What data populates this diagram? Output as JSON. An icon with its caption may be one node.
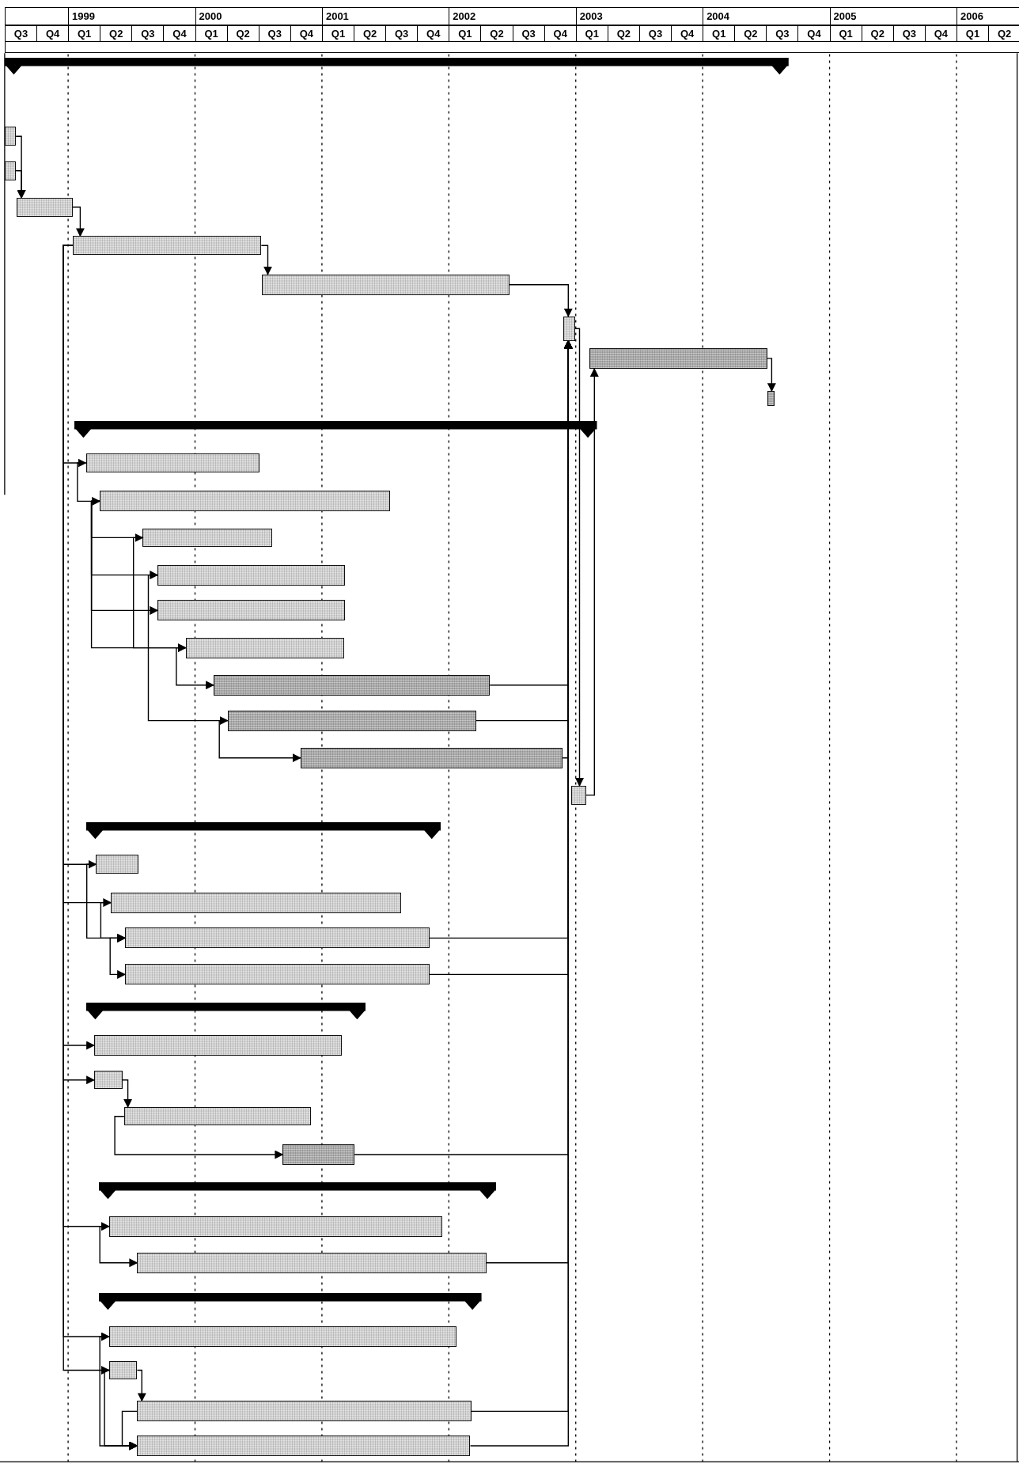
{
  "diagram": {
    "nodes": [
      {
        "text": [],
        "shape": "bar"
      },
      {
        "text": [],
        "shape": "bar"
      },
      {
        "text": [],
        "shape": "bar"
      },
      {
        "text": [],
        "shape": "bar"
      },
      {
        "text": [],
        "shape": "bar"
      },
      {
        "text": [],
        "shape": "bar"
      },
      {
        "text": [],
        "shape": "bar"
      },
      {
        "text": [],
        "shape": "bar"
      },
      {
        "text": [],
        "shape": "bar"
      },
      {
        "text": [],
        "shape": "bar"
      },
      {
        "text": [],
        "shape": "bar"
      },
      {
        "text": [],
        "shape": "bar"
      },
      {
        "text": [],
        "shape": "bar"
      },
      {
        "text": [],
        "shape": "bar"
      },
      {
        "text": [],
        "shape": "bar"
      },
      {
        "text": [],
        "shape": "bar"
      },
      {
        "text": [],
        "shape": "bar"
      },
      {
        "text": [],
        "shape": "bar"
      },
      {
        "text": [],
        "shape": "bar"
      },
      {
        "text": [],
        "shape": "bar"
      },
      {
        "text": [],
        "shape": "bar"
      },
      {
        "text": [],
        "shape": "bar"
      },
      {
        "text": [],
        "shape": "bar"
      },
      {
        "text": [],
        "shape": "bar"
      },
      {
        "text": [],
        "shape": "bar"
      },
      {
        "text": [],
        "shape": "bar"
      },
      {
        "text": [],
        "shape": "bar"
      },
      {
        "text": [],
        "shape": "bar"
      },
      {
        "text": [],
        "shape": "bar"
      },
      {
        "text": [],
        "shape": "bar"
      },
      {
        "text": [],
        "shape": "bar"
      },
      {
        "text": [],
        "shape": "bar"
      },
      {
        "text": [],
        "shape": "bar"
      },
      {
        "text": [],
        "shape": "bar"
      },
      {
        "text": [],
        "shape": "bar"
      },
      {
        "text": [],
        "shape": "bar"
      },
      {
        "text": [],
        "shape": "bar"
      },
      {
        "text": [],
        "shape": "bar"
      }
    ],
    "edges": [
      {
        "from": 1,
        "to": 3,
        "arrow": "to"
      },
      {
        "from": 2,
        "to": 3,
        "arrow": "to"
      },
      {
        "from": 3,
        "to": 4,
        "arrow": "to"
      },
      {
        "from": 4,
        "to": 5,
        "arrow": "to"
      },
      {
        "from": 5,
        "to": 6,
        "arrow": "to"
      },
      {
        "from": 4,
        "to": 10,
        "arrow": "to"
      },
      {
        "from": 10,
        "to": 11,
        "arrow": "to"
      },
      {
        "from": 11,
        "to": 12,
        "arrow": "to"
      },
      {
        "from": 11,
        "to": 13,
        "arrow": "to"
      },
      {
        "from": 11,
        "to": 14,
        "arrow": "to"
      },
      {
        "from": 11,
        "to": 15,
        "arrow": "to"
      },
      {
        "from": 12,
        "to": 15,
        "arrow": "to"
      },
      {
        "from": 13,
        "to": 17,
        "arrow": "to"
      },
      {
        "from": 15,
        "to": 16,
        "arrow": "to"
      },
      {
        "from": 17,
        "to": 18,
        "arrow": "to"
      },
      {
        "from": 16,
        "to": 6,
        "arrow": "to"
      },
      {
        "from": 17,
        "to": 6,
        "arrow": "to"
      },
      {
        "from": 18,
        "to": 6,
        "arrow": "to"
      },
      {
        "from": 6,
        "to": 19,
        "arrow": "to"
      },
      {
        "from": 19,
        "to": 7,
        "arrow": "to"
      },
      {
        "from": 7,
        "to": 8,
        "arrow": "to"
      },
      {
        "from": 4,
        "to": 21,
        "arrow": "to"
      },
      {
        "from": 4,
        "to": 22,
        "arrow": "to"
      },
      {
        "from": 21,
        "to": 23,
        "arrow": "to"
      },
      {
        "from": 22,
        "to": 23,
        "arrow": "to"
      },
      {
        "from": 23,
        "to": 24,
        "arrow": "to"
      },
      {
        "from": 23,
        "to": 6,
        "arrow": "to"
      },
      {
        "from": 24,
        "to": 6,
        "arrow": "to"
      },
      {
        "from": 4,
        "to": 26,
        "arrow": "to"
      },
      {
        "from": 4,
        "to": 27,
        "arrow": "to"
      },
      {
        "from": 27,
        "to": 28,
        "arrow": "to"
      },
      {
        "from": 28,
        "to": 29,
        "arrow": "to"
      },
      {
        "from": 29,
        "to": 6,
        "arrow": "to"
      },
      {
        "from": 4,
        "to": 31,
        "arrow": "to"
      },
      {
        "from": 31,
        "to": 32,
        "arrow": "to"
      },
      {
        "from": 32,
        "to": 6,
        "arrow": "to"
      },
      {
        "from": 4,
        "to": 34,
        "arrow": "to"
      },
      {
        "from": 4,
        "to": 35,
        "arrow": "to"
      },
      {
        "from": 34,
        "to": 37,
        "arrow": "to"
      },
      {
        "from": 35,
        "to": 36,
        "arrow": "to"
      },
      {
        "from": 35,
        "to": 37,
        "arrow": "to"
      },
      {
        "from": 36,
        "to": 37,
        "arrow": "to"
      },
      {
        "from": 36,
        "to": 6,
        "arrow": "to"
      },
      {
        "from": 37,
        "to": 6,
        "arrow": "to"
      }
    ],
    "labels": [
      "1999",
      "2000",
      "2001",
      "2002",
      "2003",
      "2004",
      "2005",
      "2006",
      "Q3",
      "Q4",
      "Q1",
      "Q2",
      "Q3",
      "Q4",
      "Q1",
      "Q2",
      "Q3",
      "Q4",
      "Q1",
      "Q2",
      "Q3",
      "Q4",
      "Q1",
      "Q2",
      "Q3",
      "Q4",
      "Q1",
      "Q2",
      "Q3",
      "Q4",
      "Q1",
      "Q2",
      "Q3",
      "Q4",
      "Q1",
      "Q2",
      "Q3",
      "Q4",
      "Q1",
      "Q2"
    ]
  }
}
